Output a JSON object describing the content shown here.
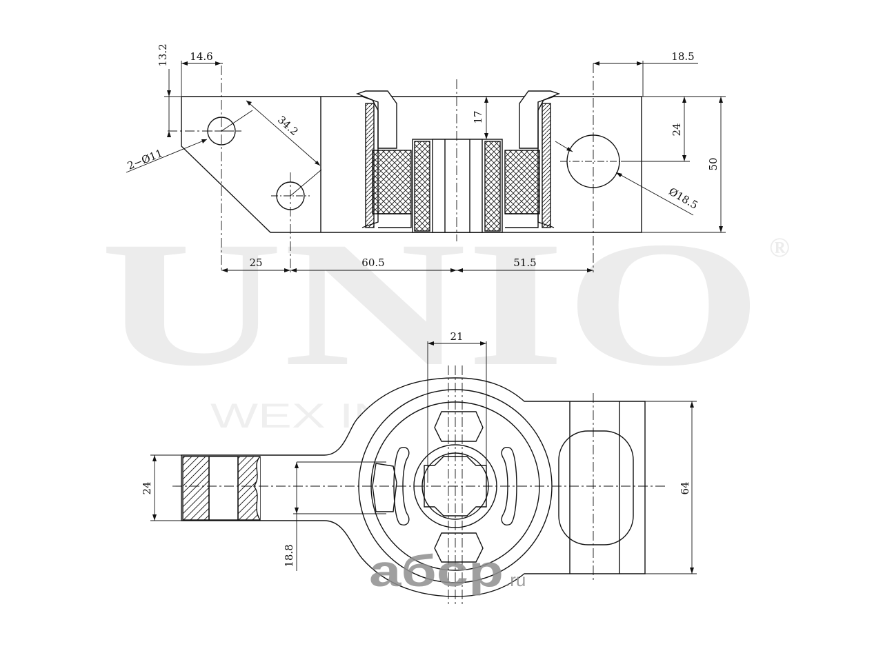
{
  "watermark": {
    "brand": "UNIO",
    "registered": "®",
    "tagline": "WEX INDUSTRIES"
  },
  "site_watermark": {
    "name": "aбcp",
    "tld": ".ru"
  },
  "top_view": {
    "dims": {
      "d13_2": "13.2",
      "d14_6": "14.6",
      "d18_5": "18.5",
      "d34_2": "34.2",
      "d2_o11": "2−Ø11",
      "d17": "17",
      "d24": "24",
      "d50": "50",
      "d_o18_5": "Ø18.5",
      "d25": "25",
      "d60_5": "60.5",
      "d51_5": "51.5"
    }
  },
  "bottom_view": {
    "dims": {
      "d21": "21",
      "d24": "24",
      "d64": "64",
      "d18_8": "18.8"
    }
  },
  "colors": {
    "line": "#111111",
    "watermark": "#ececec"
  }
}
